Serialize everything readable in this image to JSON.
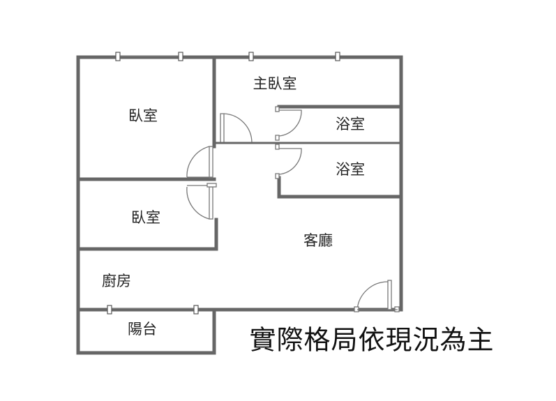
{
  "rooms": {
    "master_bedroom": "主臥室",
    "bedroom_1": "臥室",
    "bathroom_1": "浴室",
    "bathroom_2": "浴室",
    "bedroom_2": "臥室",
    "living_room": "客廳",
    "kitchen": "廚房",
    "balcony": "陽台"
  },
  "note": "實際格局依現況為主"
}
